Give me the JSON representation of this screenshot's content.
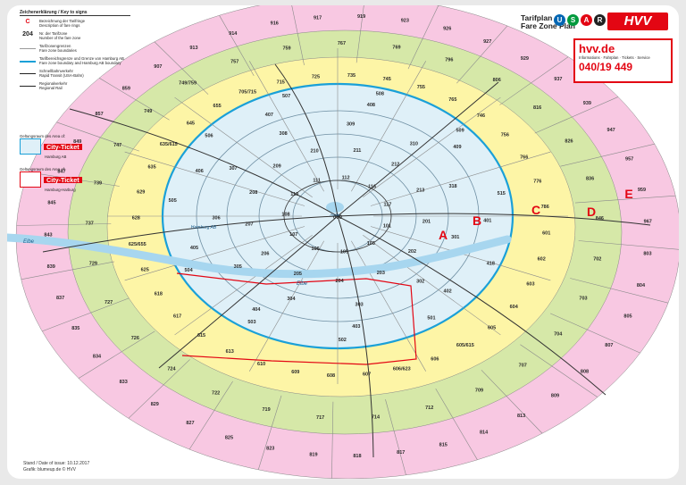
{
  "header": {
    "title_de": "Tarifplan",
    "title_en": "Fare Zone Plan",
    "brand": "HVV",
    "mode_logos": [
      "U",
      "S",
      "A",
      "R"
    ]
  },
  "colors": {
    "hamburg_ab": "#dff0f8",
    "ring_c": "#fdf5a6",
    "ring_d": "#d6e8a8",
    "ring_e": "#f8c8e2",
    "outer": "#c2dd8c",
    "city_ticket_red": "#e30613",
    "boundary_blue": "#1aa0d8",
    "elbe": "#a7d6ef"
  },
  "contact": {
    "web": "hvv.de",
    "info": "Informations · Fahrplan · Tickets · Service",
    "phone": "040/19 449"
  },
  "legend": {
    "heading": "Zeichenerklärung / Key to signs",
    "items": [
      {
        "symbol": "C",
        "de": "Bezeichnung der Tarifringe",
        "en": "Description of fare rings"
      },
      {
        "symbol": "204",
        "de": "Nr. der Tarifzone",
        "en": "Number of the fare zone"
      },
      {
        "symbol": "line-grey",
        "de": "Tarifzonengrenzen",
        "en": "Fare zone boundaries"
      },
      {
        "symbol": "line-blue",
        "de": "Tarifbereichsgrenze und Grenze von Hamburg AB",
        "en": "Fare zone boundary and Hamburg AB boundary"
      },
      {
        "symbol": "rail-rapid",
        "de": "Schnellbahnverkehr",
        "en": "Rapid Transit (USA-Bahn)"
      },
      {
        "symbol": "rail-regional",
        "de": "Regionalverkehr",
        "en": "Regional Rail"
      }
    ],
    "city_ticket": [
      {
        "note": "Geltungsraum des Area of:",
        "label": "City-Ticket",
        "sub": "Hamburg AB"
      },
      {
        "note": "Geltungsraum des Area of:",
        "label": "City-Ticket",
        "sub": "Hamburg-Harburg"
      }
    ]
  },
  "rings": [
    {
      "label": "A",
      "color": "#e30613"
    },
    {
      "label": "B",
      "color": "#e30613"
    },
    {
      "label": "C",
      "color": "#e30613"
    },
    {
      "label": "D",
      "color": "#e30613"
    },
    {
      "label": "E",
      "color": "#e30613"
    }
  ],
  "area_labels": {
    "hamburg_ab": "Hamburg AB",
    "elbe": "Elbe",
    "alster": "Alster"
  },
  "zones": {
    "inner": [
      "000",
      "101",
      "103",
      "105",
      "106",
      "107",
      "108",
      "110",
      "111",
      "112",
      "116",
      "117",
      "201",
      "202",
      "203",
      "204",
      "205",
      "206",
      "207",
      "208",
      "209",
      "210",
      "211",
      "212",
      "213",
      "301",
      "302",
      "303",
      "304",
      "305",
      "306",
      "307",
      "308",
      "309",
      "310",
      "318",
      "401",
      "402",
      "403",
      "404",
      "405",
      "406",
      "407",
      "408",
      "409",
      "418",
      "501",
      "502",
      "503",
      "504",
      "505",
      "506",
      "507",
      "508",
      "509",
      "515"
    ],
    "ring_c": [
      "601",
      "602",
      "603",
      "604",
      "605",
      "605/615",
      "606",
      "606/623",
      "607",
      "608",
      "609",
      "610",
      "613",
      "615",
      "617",
      "618",
      "625",
      "625/655",
      "628",
      "629",
      "635",
      "635/615",
      "645",
      "655",
      "705/715",
      "715",
      "725",
      "735",
      "745",
      "755",
      "765",
      "746",
      "756",
      "766",
      "776",
      "786"
    ],
    "ring_d": [
      "702",
      "703",
      "704",
      "707",
      "709",
      "712",
      "714",
      "717",
      "719",
      "722",
      "724",
      "726",
      "727",
      "729",
      "737",
      "739",
      "747",
      "749",
      "749/759",
      "757",
      "759",
      "767",
      "769",
      "796",
      "806",
      "816",
      "826",
      "836",
      "846"
    ],
    "ring_e": [
      "803",
      "804",
      "805",
      "807",
      "808",
      "809",
      "813",
      "814",
      "815",
      "817",
      "818",
      "819",
      "823",
      "825",
      "827",
      "829",
      "833",
      "834",
      "835",
      "837",
      "839",
      "843",
      "845",
      "847",
      "849",
      "857",
      "859",
      "907",
      "913",
      "914",
      "916",
      "917",
      "919",
      "923",
      "926",
      "927",
      "929",
      "937",
      "939",
      "947",
      "957",
      "959",
      "967"
    ]
  },
  "footer": {
    "stand": "Stand / Date of issue: 10.12.2017",
    "grafik": "Grafik: blumeup.de © HVV"
  }
}
